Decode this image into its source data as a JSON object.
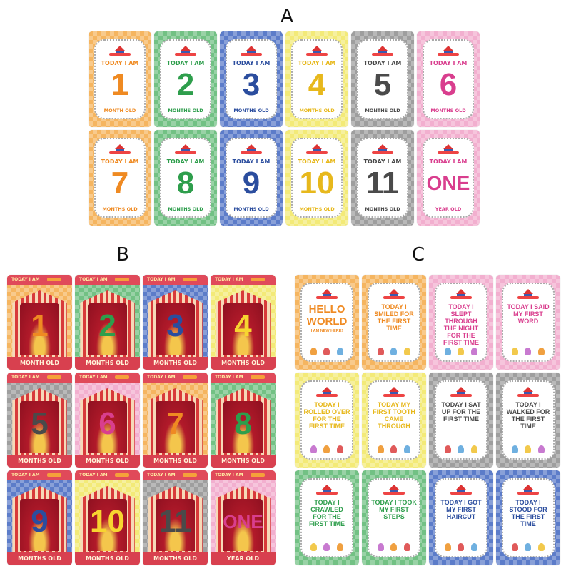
{
  "colors": {
    "orange": "#f5b560",
    "green": "#72c184",
    "blue": "#5c7cc9",
    "yellow": "#f3ea78",
    "gray": "#9e9e9e",
    "pink": "#f2afcf"
  },
  "text_colors": {
    "orange": "#ef8a22",
    "green": "#2e9e4c",
    "blue": "#2b4d9e",
    "yellow": "#e7b81c",
    "gray": "#4a4a4a",
    "pink": "#d93e8e"
  },
  "set_a": {
    "label": "A",
    "cards": [
      {
        "title": "TODAY I AM",
        "number": "1",
        "footer": "MONTH OLD",
        "color": "orange"
      },
      {
        "title": "TODAY I AM",
        "number": "2",
        "footer": "MONTHS OLD",
        "color": "green"
      },
      {
        "title": "TODAY I AM",
        "number": "3",
        "footer": "MONTHS OLD",
        "color": "blue"
      },
      {
        "title": "TODAY I AM",
        "number": "4",
        "footer": "MONTHS OLD",
        "color": "yellow"
      },
      {
        "title": "TODAY I AM",
        "number": "5",
        "footer": "MONTHS OLD",
        "color": "gray"
      },
      {
        "title": "TODAY I AM",
        "number": "6",
        "footer": "MONTHS OLD",
        "color": "pink"
      },
      {
        "title": "TODAY I AM",
        "number": "7",
        "footer": "MONTHS OLD",
        "color": "orange"
      },
      {
        "title": "TODAY I AM",
        "number": "8",
        "footer": "MONTHS OLD",
        "color": "green"
      },
      {
        "title": "TODAY I AM",
        "number": "9",
        "footer": "MONTHS OLD",
        "color": "blue"
      },
      {
        "title": "TODAY I AM",
        "number": "10",
        "footer": "MONTHS OLD",
        "color": "yellow"
      },
      {
        "title": "TODAY I AM",
        "number": "11",
        "footer": "MONTHS OLD",
        "color": "gray"
      },
      {
        "title": "TODAY I AM",
        "number": "ONE",
        "footer": "YEAR OLD",
        "color": "pink"
      }
    ]
  },
  "set_b": {
    "label": "B",
    "cards": [
      {
        "title": "TODAY I AM",
        "number": "1",
        "footer": "MONTH OLD",
        "color": "orange"
      },
      {
        "title": "TODAY I AM",
        "number": "2",
        "footer": "MONTHS OLD",
        "color": "green"
      },
      {
        "title": "TODAY I AM",
        "number": "3",
        "footer": "MONTHS OLD",
        "color": "blue"
      },
      {
        "title": "TODAY I AM",
        "number": "4",
        "footer": "MONTHS OLD",
        "color": "yellow"
      },
      {
        "title": "TODAY I AM",
        "number": "5",
        "footer": "MONTHS OLD",
        "color": "gray"
      },
      {
        "title": "TODAY I AM",
        "number": "6",
        "footer": "MONTHS OLD",
        "color": "pink"
      },
      {
        "title": "TODAY I AM",
        "number": "7",
        "footer": "MONTHS OLD",
        "color": "orange"
      },
      {
        "title": "TODAY I AM",
        "number": "8",
        "footer": "MONTHS OLD",
        "color": "green"
      },
      {
        "title": "TODAY I AM",
        "number": "9",
        "footer": "MONTHS OLD",
        "color": "blue"
      },
      {
        "title": "TODAY I AM",
        "number": "10",
        "footer": "MONTHS OLD",
        "color": "yellow"
      },
      {
        "title": "TODAY I AM",
        "number": "11",
        "footer": "MONTHS OLD",
        "color": "gray"
      },
      {
        "title": "TODAY I AM",
        "number": "ONE",
        "footer": "YEAR OLD",
        "color": "pink"
      }
    ]
  },
  "set_c": {
    "label": "C",
    "cards": [
      {
        "text": "HELLO WORLD",
        "subtext": "I AM NEW HERE!",
        "color": "orange"
      },
      {
        "text": "TODAY I SMILED FOR THE FIRST TIME",
        "color": "orange"
      },
      {
        "text": "TODAY I SLEPT THROUGH THE NIGHT FOR THE FIRST TIME",
        "color": "pink"
      },
      {
        "text": "TODAY I SAID MY FIRST WORD",
        "color": "pink"
      },
      {
        "text": "TODAY I ROLLED OVER FOR THE FIRST TIME",
        "color": "yellow"
      },
      {
        "text": "TODAY MY FIRST TOOTH CAME THROUGH",
        "color": "yellow"
      },
      {
        "text": "TODAY I SAT UP FOR THE FIRST TIME",
        "color": "gray"
      },
      {
        "text": "TODAY I WALKED FOR THE FIRST TIME",
        "color": "gray"
      },
      {
        "text": "TODAY I CRAWLED FOR THE FIRST TIME",
        "color": "green"
      },
      {
        "text": "TODAY I TOOK MY FIRST STEPS",
        "color": "green"
      },
      {
        "text": "TODAY I GOT MY FIRST HAIRCUT",
        "color": "blue"
      },
      {
        "text": "TODAY I STOOD FOR THE FIRST TIME",
        "color": "blue"
      }
    ]
  }
}
